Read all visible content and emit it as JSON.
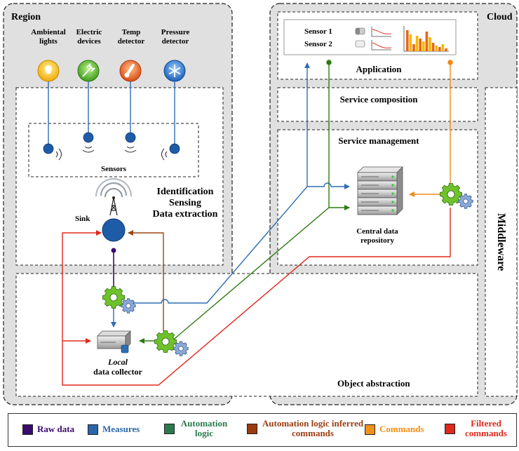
{
  "regions": {
    "region": "Region",
    "cloud": "Cloud",
    "middleware": "Middleware",
    "object_abstraction": "Object abstraction",
    "application": "Application",
    "service_composition": "Service composition",
    "service_management": "Service management"
  },
  "devices": [
    {
      "label": "Ambiental lights",
      "icon": "lightbulb-icon",
      "color": "#f5c518"
    },
    {
      "label": "Electric devices",
      "icon": "plug-icon",
      "color": "#57b83a"
    },
    {
      "label": "Temp detector",
      "icon": "thermometer-icon",
      "color": "#e8662a"
    },
    {
      "label": "Pressure detector",
      "icon": "snowflake-icon",
      "color": "#2f79c9"
    }
  ],
  "sensors_label": "Sensors",
  "sink_label": "Sink",
  "identification": [
    "Identification",
    "Sensing",
    "Data extraction"
  ],
  "local_collector": [
    "Local",
    "data collector"
  ],
  "central_repo": [
    "Central data",
    "repository"
  ],
  "app_sensors": [
    "Sensor 1",
    "Sensor 2"
  ],
  "legend": [
    {
      "label": "Raw data",
      "color": "#3a0a6e"
    },
    {
      "label": "Measures",
      "color": "#2b66a8"
    },
    {
      "label": "Automation logic",
      "color": "#2a7a4e"
    },
    {
      "label": "Automation logic inferred commands",
      "color": "#9a3c10"
    },
    {
      "label": "Commands",
      "color": "#f39019"
    },
    {
      "label": "Filtered commands",
      "color": "#e0281c"
    }
  ],
  "colors": {
    "raw": "#3a0a6e",
    "measures": "#2f6db3",
    "automation": "#2d7a10",
    "inferred": "#9a4510",
    "commands": "#f08a1a",
    "filtered": "#e0281c"
  }
}
